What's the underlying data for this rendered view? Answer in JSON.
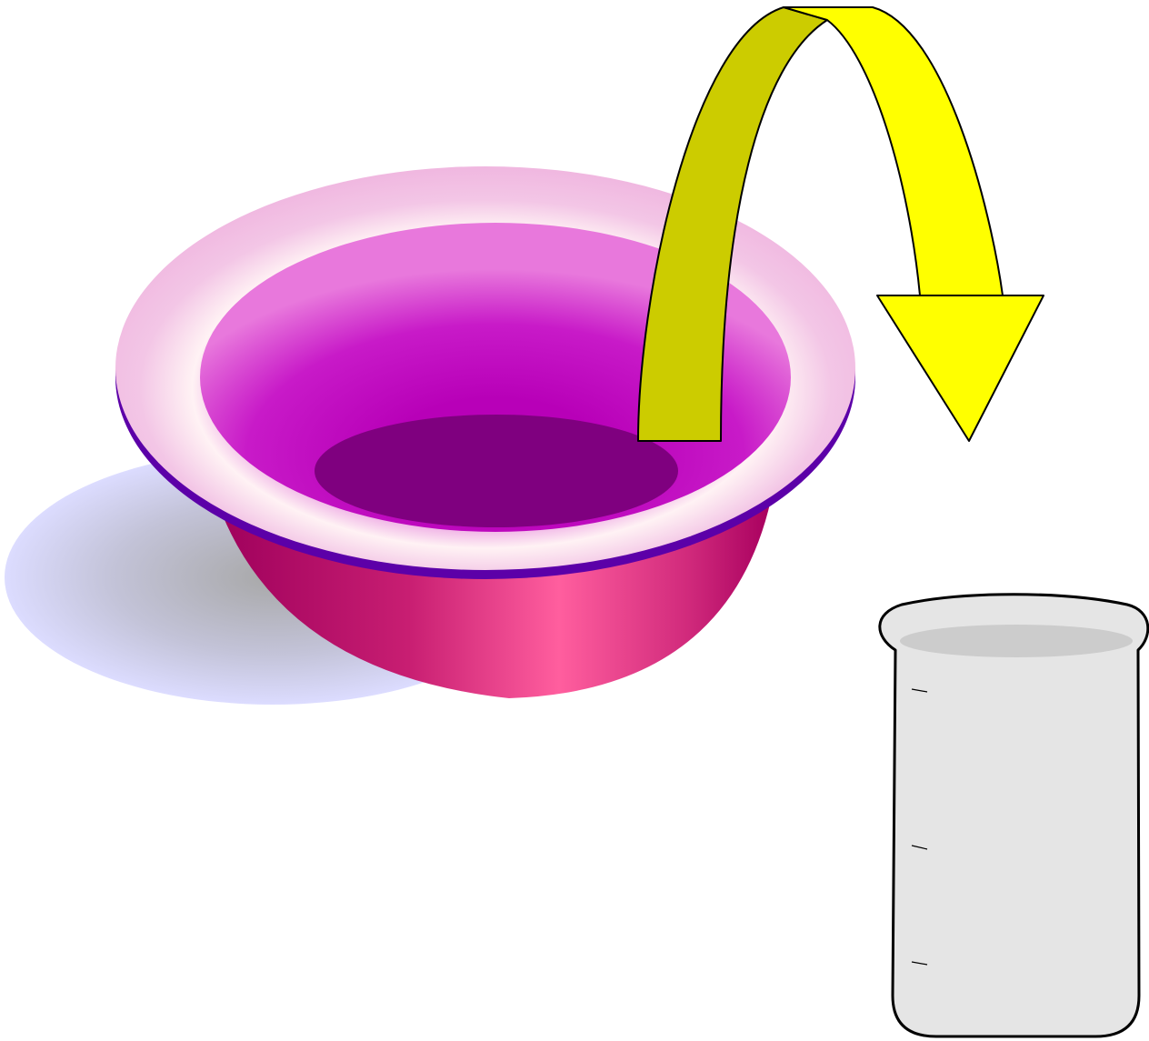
{
  "scene": {
    "background": "#ffffff",
    "objects": [
      "bowl",
      "pour-arrow",
      "beaker"
    ]
  },
  "colors": {
    "bowl_shadow": "#d9dcff",
    "bowl_outer_dark": "#a3005f",
    "bowl_outer_light": "#ff5e9e",
    "bowl_rim_edge": "#5c00a8",
    "bowl_rim_light": "#fcefef",
    "bowl_inner_pink": "#e56ed6",
    "bowl_inner_magenta": "#bf00bf",
    "bowl_bottom": "#7f007f",
    "arrow_back": "#cccc00",
    "arrow_front": "#ffff00",
    "beaker_body": "#e5e5e5",
    "beaker_liquid": "#cccccc",
    "outline": "#000000"
  },
  "icons": {
    "bowl": "pink-bowl-icon",
    "arrow": "curved-arrow-icon",
    "beaker": "beaker-icon"
  }
}
